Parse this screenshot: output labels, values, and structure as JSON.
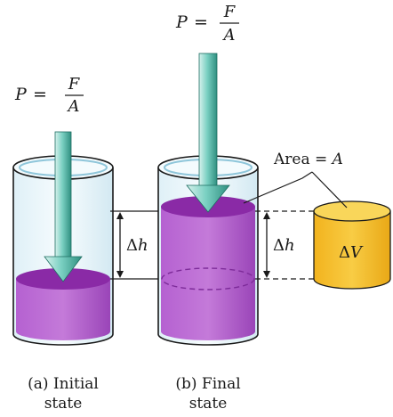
{
  "pressure_a": {
    "p": "P",
    "eq": "=",
    "num": "F",
    "den": "A"
  },
  "pressure_b": {
    "p": "P",
    "eq": "=",
    "num": "F",
    "den": "A"
  },
  "area_label": {
    "text": "Area = ",
    "var": "A"
  },
  "delta_h_left": {
    "delta": "Δ",
    "var": "h"
  },
  "delta_h_right": {
    "delta": "Δ",
    "var": "h"
  },
  "volume_label": {
    "delta": "Δ",
    "var": "V"
  },
  "caption_a": {
    "line1": "(a) Initial",
    "line2": "state"
  },
  "caption_b": {
    "line1": "(b) Final",
    "line2": "state"
  },
  "colors": {
    "liquid": "#a64cc4",
    "liquid_top": "#8a2aa6",
    "glass": "#eef7fb",
    "glass_edge": "#1a1a1a",
    "arrow": "#5cc0b0",
    "arrow_dark": "#2f8f80",
    "volume": "#f6c432",
    "volume_top": "#f9d65a"
  }
}
